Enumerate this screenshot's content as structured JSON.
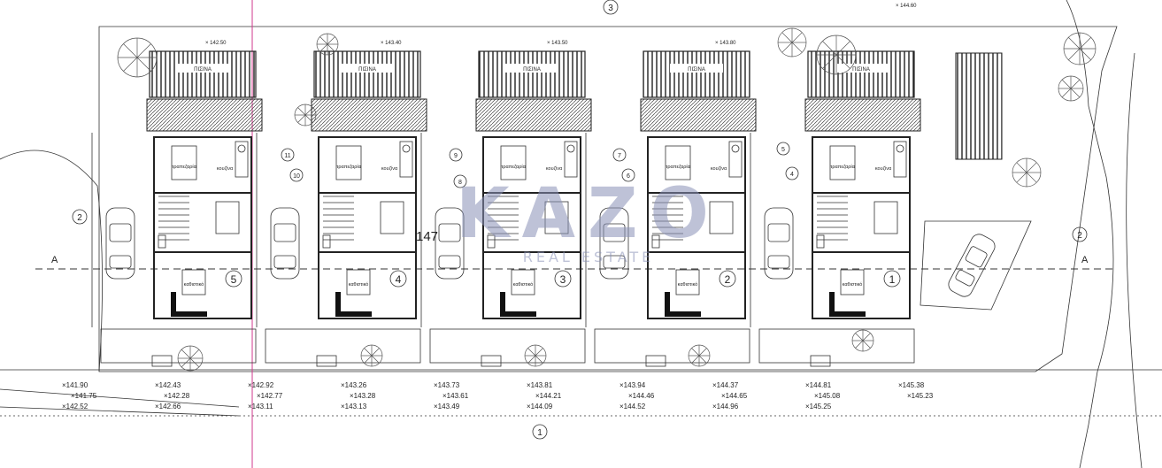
{
  "plan": {
    "houses": [
      {
        "number": "1",
        "kitchen": "κουζίνα",
        "dining": "τραπεζαρία",
        "living": "καθιστικό",
        "pool_label": "ΠΙΣΙΝΑ"
      },
      {
        "number": "2",
        "kitchen": "κουζίνα",
        "dining": "τραπεζαρία",
        "living": "καθιστικό",
        "pool_label": "ΠΙΣΙΝΑ"
      },
      {
        "number": "3",
        "kitchen": "κουζίνα",
        "dining": "τραπεζαρία",
        "living": "καθιστικό",
        "pool_label": "ΠΙΣΙΝΑ"
      },
      {
        "number": "4",
        "kitchen": "κουζίνα",
        "dining": "τραπεζαρία",
        "living": "καθιστικό",
        "pool_label": "ΠΙΣΙΝΑ"
      },
      {
        "number": "5",
        "kitchen": "κουζίνα",
        "dining": "τραπεζαρία",
        "living": "καθιστικό",
        "pool_label": "ΠΙΣΙΝΑ"
      }
    ],
    "section_marks": {
      "left": "A",
      "right": "A"
    },
    "axis_marks": {
      "top": "3",
      "bottom": "1",
      "left": "2",
      "right": "2"
    },
    "stair_numbers": [
      "11",
      "10",
      "9",
      "8",
      "7",
      "6",
      "5",
      "4"
    ],
    "plot_label": "147",
    "elevations_top": [
      "142.50",
      "143.40",
      "143.50",
      "143.80",
      "144.60"
    ],
    "elevations_bottom": [
      "141.90",
      "141.75",
      "142.52",
      "142.43",
      "142.28",
      "142.66",
      "142.92",
      "142.77",
      "143.11",
      "143.26",
      "143.28",
      "143.13",
      "143.73",
      "143.61",
      "143.49",
      "143.81",
      "144.21",
      "144.09",
      "143.94",
      "144.46",
      "144.52",
      "144.37",
      "144.65",
      "144.96",
      "144.81",
      "145.08",
      "145.25",
      "145.38",
      "145.23"
    ],
    "watermark": {
      "main": "KAZO",
      "sub": "REAL ESTATE",
      "accent": "#8a92b8"
    }
  }
}
